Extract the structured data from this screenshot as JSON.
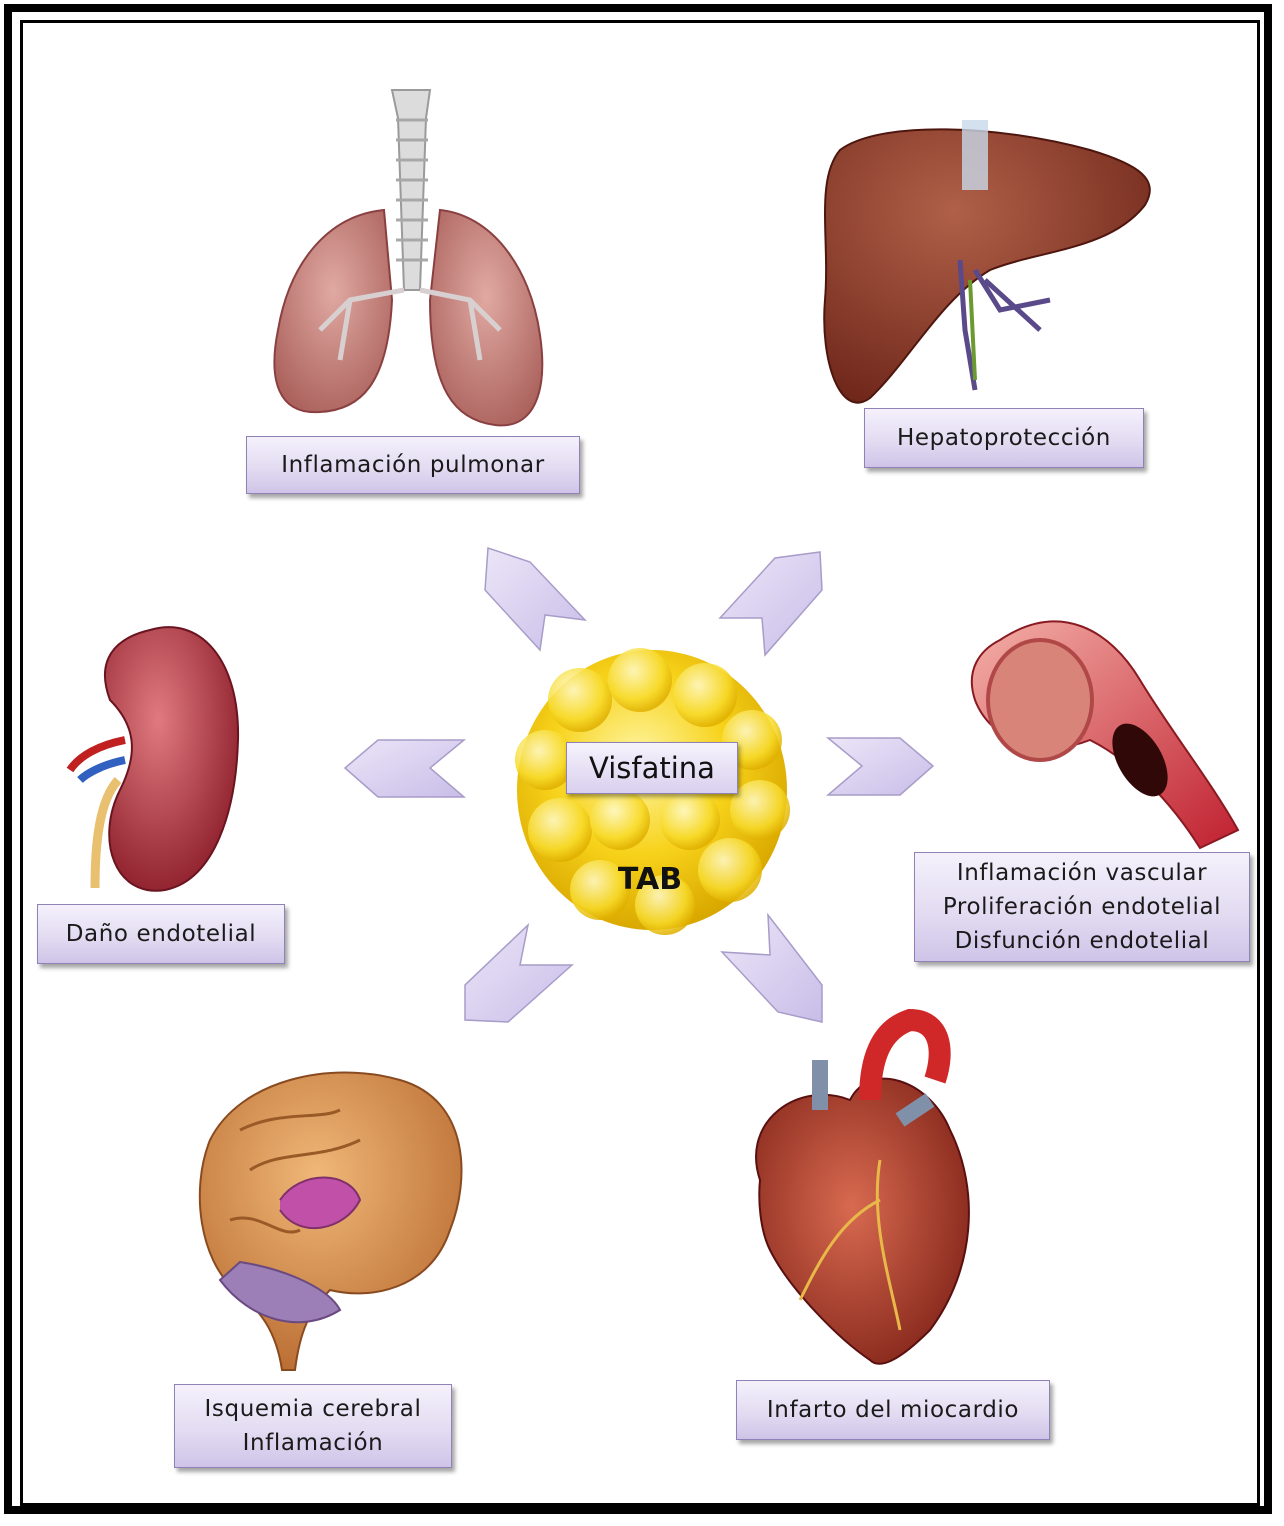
{
  "center": {
    "label": "Visfatina",
    "tissue": "TAB"
  },
  "labels": {
    "lung": [
      "Inflamación  pulmonar"
    ],
    "liver": [
      "Hepatoprotección"
    ],
    "kidney": [
      "Daño endotelial"
    ],
    "vessel": [
      "Inflamación  vascular",
      "Proliferación  endotelial",
      "Disfunción  endotelial"
    ],
    "brain": [
      "Isquemia cerebral",
      "Inflamación"
    ],
    "heart": [
      "Infarto del miocardio"
    ]
  },
  "colors": {
    "label_fill": "#e3dcf2",
    "arrow_fill": "#d8d0f0",
    "fat": "#f7d21a"
  }
}
